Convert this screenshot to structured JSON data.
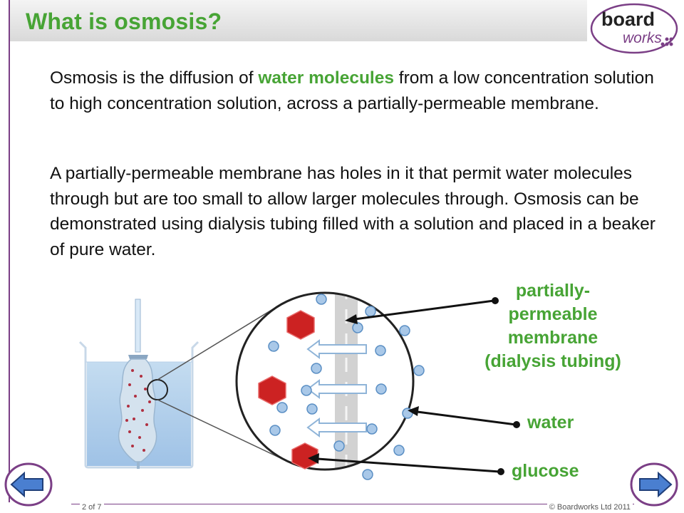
{
  "slide": {
    "title": "What is osmosis?",
    "paragraph1": {
      "before": "Osmosis is the diffusion of ",
      "highlight": "water molecules",
      "after": " from a low concentration solution to high concentration solution, across a partially-permeable membrane."
    },
    "paragraph2": "A partially-permeable membrane has holes in it that permit water molecules through but are too small to allow larger molecules through. Osmosis can be demonstrated using dialysis tubing filled with a solution and placed in a beaker of pure water."
  },
  "logo": {
    "line1": "board",
    "line2": "works"
  },
  "diagram": {
    "labels": {
      "membrane": [
        "partially-",
        "permeable",
        "membrane",
        "(dialysis tubing)"
      ],
      "water": "water",
      "glucose": "glucose"
    }
  },
  "footer": {
    "page": "2 of 7",
    "copyright": "© Boardworks Ltd 2011"
  },
  "nav": {
    "prev_icon": "arrow-left-icon",
    "next_icon": "arrow-right-icon"
  },
  "colors": {
    "accent_green": "#47a435",
    "frame_purple": "#7b3f86",
    "glucose_red": "#cc2222",
    "water_blue": "#a9c8e8"
  }
}
